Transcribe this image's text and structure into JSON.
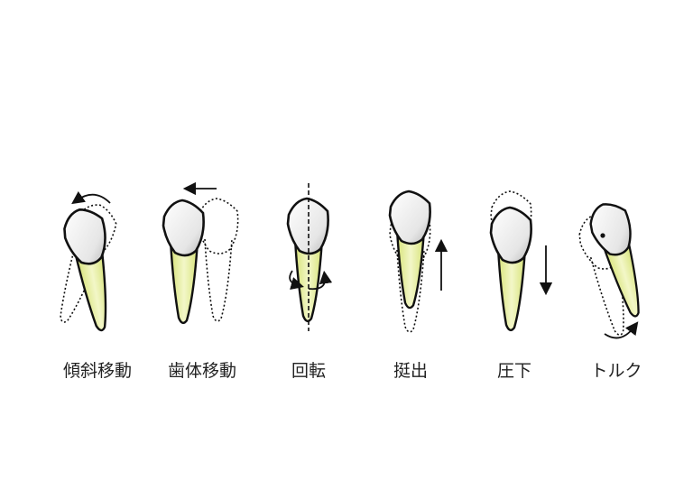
{
  "title": "Tooth movement types",
  "colors": {
    "root": "#e3ec94",
    "crown": "#f2f2f2",
    "outline": "#111111"
  },
  "movements": [
    {
      "label": "傾斜移動"
    },
    {
      "label": "歯体移動"
    },
    {
      "label": "回転"
    },
    {
      "label": "挺出"
    },
    {
      "label": "圧下"
    },
    {
      "label": "トルク"
    }
  ]
}
